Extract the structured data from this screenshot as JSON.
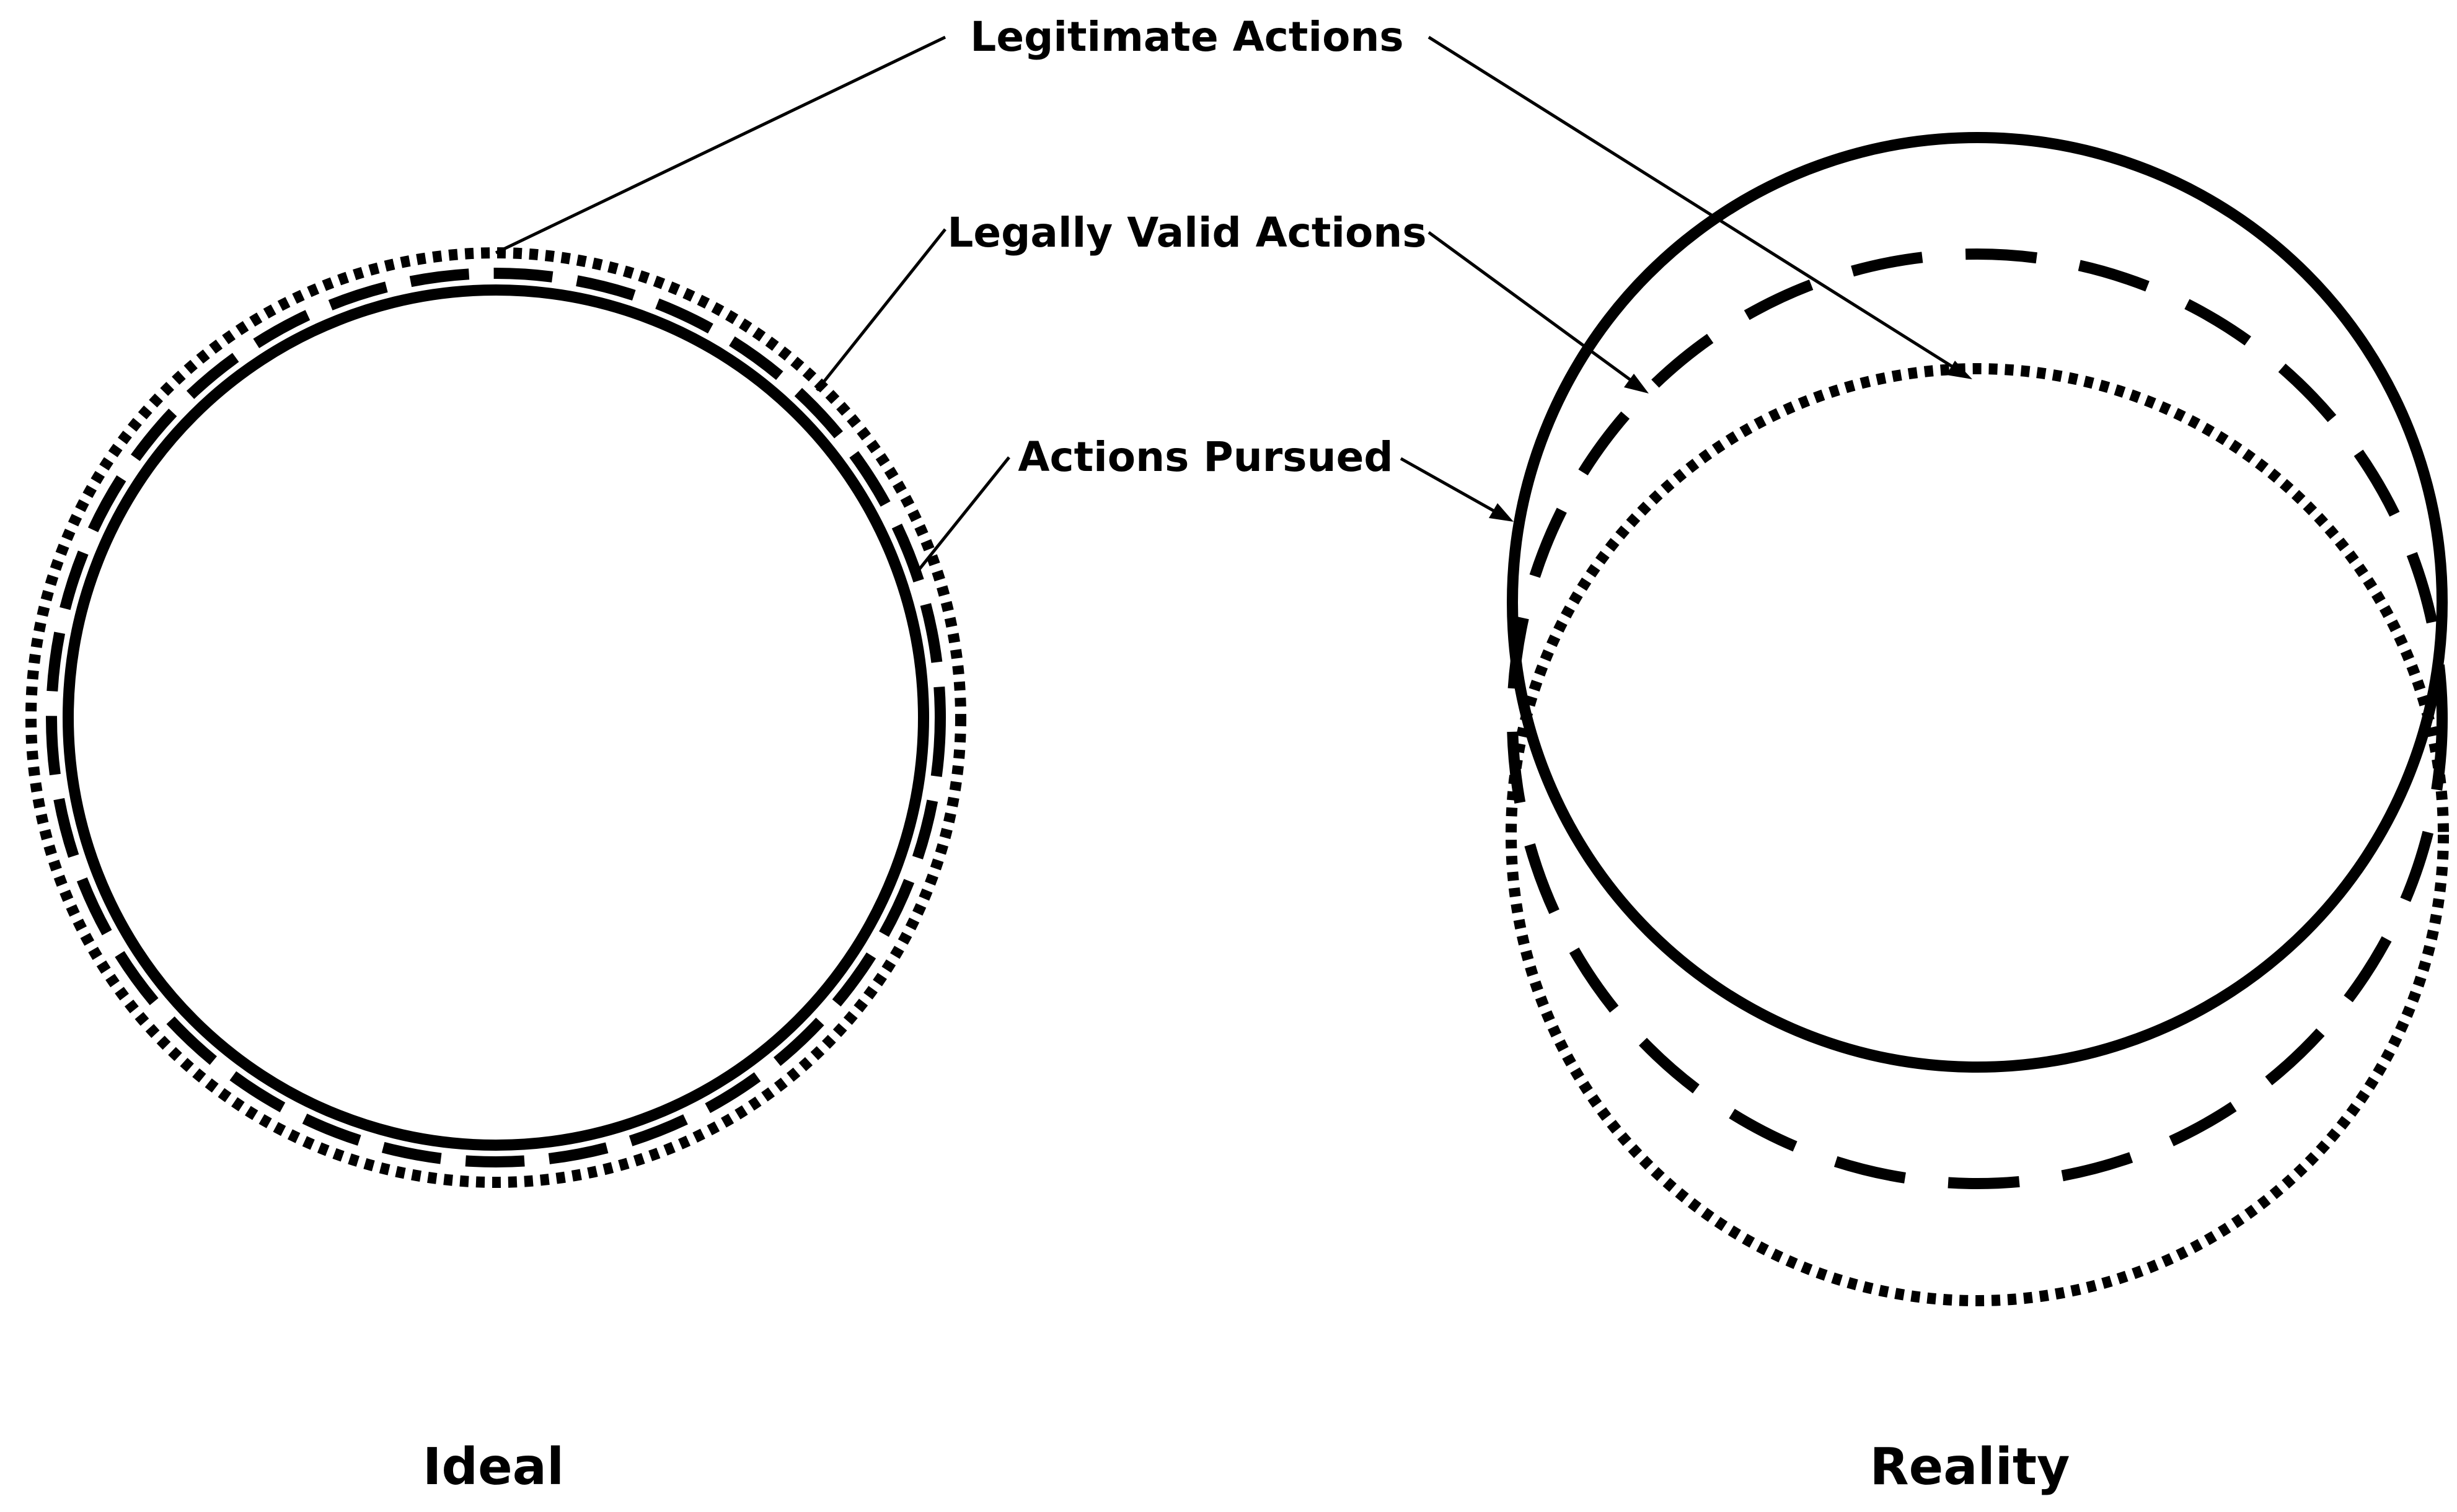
{
  "labels": {
    "legitimate": "Legitimate Actions",
    "legally_valid": "Legally Valid Actions",
    "pursued": "Actions Pursued"
  },
  "captions": {
    "ideal": "Ideal",
    "reality": "Reality"
  },
  "colors": {
    "ink": "#000000",
    "background": "#ffffff"
  }
}
